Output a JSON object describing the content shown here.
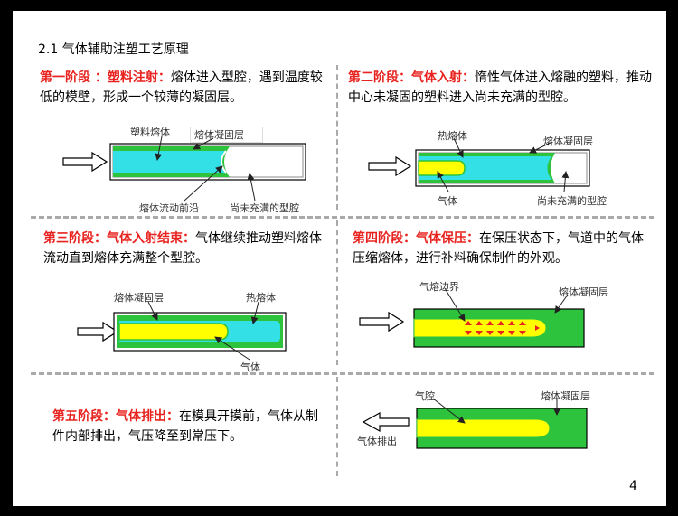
{
  "title": "2.1  气体辅助注塑工艺原理",
  "page_number": "4",
  "stages": [
    {
      "head": "第一阶段 ：塑料注射：",
      "body": "熔体进入型腔，遇到温度较低的模壁，形成一个较薄的凝固层。"
    },
    {
      "head": "第二阶段：气体入射：",
      "body": "惰性气体进入熔融的塑料，推动中心未凝固的塑料进入尚未充满的型腔。"
    },
    {
      "head": "第三阶段：气体入射结束：",
      "body": "气体继续推动塑料熔体流动直到熔体充满整个型腔。"
    },
    {
      "head": "第四阶段：气体保压：",
      "body": "在保压状态下，气道中的气体压缩熔体，进行补料确保制件的外观。"
    },
    {
      "head": "第五阶段：气体排出：",
      "body": "在模具开摸前，气体从制件内部排出，气压降至到常压下。"
    }
  ],
  "labels": {
    "s1_plastic_melt": "塑料熔体",
    "s1_frozen_layer": "熔体凝固层",
    "s1_flow_front": "熔体流动前沿",
    "s1_unfilled": "尚未充满的型腔",
    "s2_hot_melt": "热熔体",
    "s2_frozen_layer": "熔体凝固层",
    "s2_gas": "气体",
    "s2_unfilled": "尚未充满的型腔",
    "s3_frozen_layer": "熔体凝固层",
    "s3_hot_melt": "热熔体",
    "s3_gas": "气体",
    "s4_gas_melt_boundary": "气熔边界",
    "s4_frozen_layer": "熔体凝固层",
    "s5_gas_cavity": "气腔",
    "s5_frozen_layer": "熔体凝固层",
    "s5_gas_exhaust": "气体排出"
  },
  "colors": {
    "stage_heading": "#e8231f",
    "frozen_layer": "#2ec33c",
    "hot_melt": "#33e0e6",
    "gas": "#ffff00",
    "pressure_arrow": "#e8231f"
  }
}
